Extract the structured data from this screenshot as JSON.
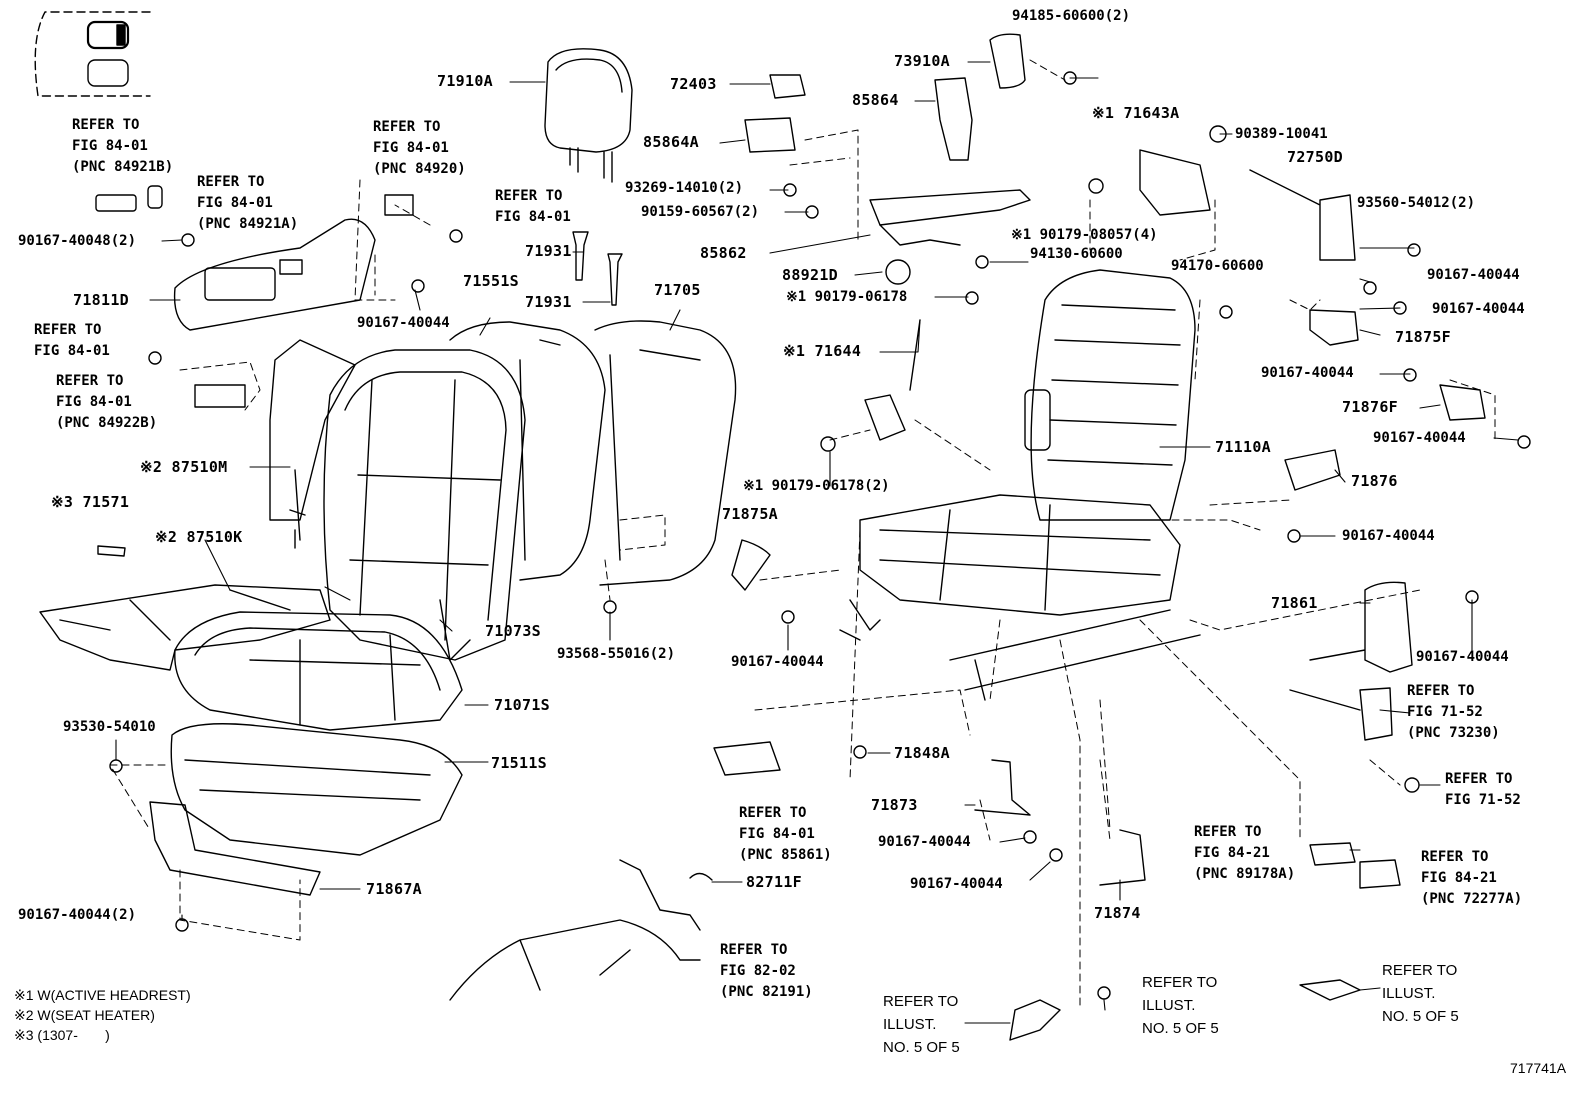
{
  "labels": {
    "p71910A": "71910A",
    "p72403": "72403",
    "p85864A": "85864A",
    "p93269": "93269-14010(2)",
    "p90159": "90159-60567(2)",
    "p94185": "94185-60600(2)",
    "p73910A": "73910A",
    "p85864": "85864",
    "p71643A": "※1 71643A",
    "p90389": "90389-10041",
    "p72750D": "72750D",
    "p93560": "93560-54012(2)",
    "p90179_08057": "※1 90179-08057(4)",
    "p85862": "85862",
    "p88921D": "88921D",
    "p94130": "94130-60600",
    "p94170": "94170-60600",
    "p90179_06178a": "※1 90179-06178",
    "p71644": "※1 71644",
    "p90179_06178b": "※1 90179-06178(2)",
    "p90167_r1": "90167-40044",
    "p90167_r2": "90167-40044",
    "p71875F": "71875F",
    "p90167_r3": "90167-40044",
    "p71876F": "71876F",
    "p90167_r4": "90167-40044",
    "p71110A": "71110A",
    "p71876": "71876",
    "p90167_r5": "90167-40044",
    "p71861": "71861",
    "p90167_r6": "90167-40044",
    "p71931a": "71931",
    "p71931b": "71931",
    "p71551S": "71551S",
    "p71705": "71705",
    "p90167_l1": "90167-40048(2)",
    "p71811D": "71811D",
    "p90167_l2": "90167-40044",
    "p87510M": "※2 87510M",
    "p71571": "※3 71571",
    "p87510K": "※2 87510K",
    "p71875A": "71875A",
    "p71073S": "71073S",
    "p93568": "93568-55016(2)",
    "p90167_m1": "90167-40044",
    "p71071S": "71071S",
    "p93530": "93530-54010",
    "p71511S": "71511S",
    "p71867A": "71867A",
    "p90167_l3": "90167-40044(2)",
    "p71848A": "71848A",
    "p71873": "71873",
    "p90167_m2": "90167-40044",
    "p90167_m3": "90167-40044",
    "p71874": "71874",
    "p82711F": "82711F"
  },
  "refs": {
    "r1": "REFER TO\nFIG 84-01\n(PNC 84921B)",
    "r2": "REFER TO\nFIG 84-01\n(PNC 84921A)",
    "r3": "REFER TO\nFIG 84-01\n(PNC 84920)",
    "r4": "REFER TO\nFIG 84-01",
    "r5": "REFER TO\nFIG 84-01",
    "r6": "REFER TO\nFIG 84-01\n(PNC 84922B)",
    "r7": "REFER TO\nFIG 84-01\n(PNC 85861)",
    "r8": "REFER TO\nFIG 82-02\n(PNC 82191)",
    "r9": "REFER TO\nFIG 71-52\n(PNC 73230)",
    "r10": "REFER TO\nFIG 71-52",
    "r11": "REFER TO\nFIG 84-21\n(PNC 89178A)",
    "r12": "REFER TO\nFIG 84-21\n(PNC 72277A)",
    "r13": "REFER TO\nILLUST.\nNO. 5 OF 5",
    "r14": "REFER TO\nILLUST.\nNO. 5 OF 5",
    "r15": "REFER TO\nILLUST.\nNO. 5 OF 5"
  },
  "notes": {
    "n1": "※1 W(ACTIVE HEADREST)",
    "n2": "※2 W(SEAT HEATER)",
    "n3": "※3 (1307-       )"
  },
  "figure_id": "717741A"
}
